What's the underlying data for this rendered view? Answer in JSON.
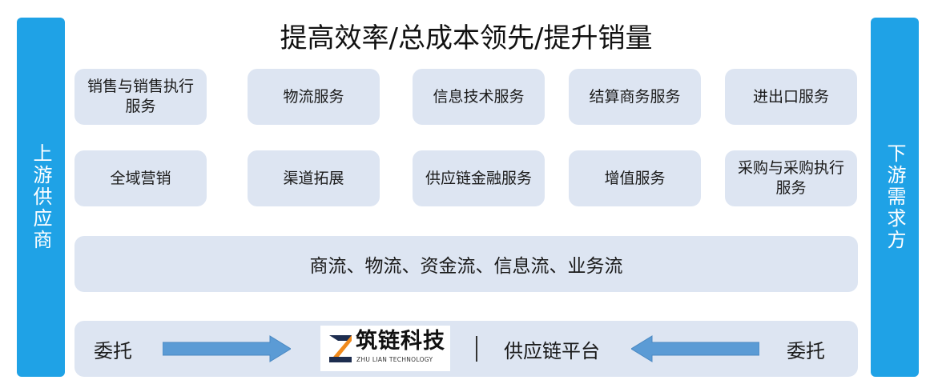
{
  "side": {
    "left_label": "上游供应商",
    "right_label": "下游需求方"
  },
  "title": "提高效率/总成本领先/提升销量",
  "services": [
    {
      "label": "销售与销售执行服务"
    },
    {
      "label": "物流服务"
    },
    {
      "label": "信息技术服务"
    },
    {
      "label": "结算商务服务"
    },
    {
      "label": "进出口服务"
    },
    {
      "label": "全域营销"
    },
    {
      "label": "渠道拓展"
    },
    {
      "label": "供应链金融服务"
    },
    {
      "label": "增值服务"
    },
    {
      "label": "采购与采购执行服务"
    }
  ],
  "flows": "商流、物流、资金流、信息流、业务流",
  "bottom": {
    "left_label": "委托",
    "right_label": "委托",
    "platform_label": "供应链平台",
    "logo_name": "筑链科技",
    "logo_subtitle": "ZHU LIAN TECHNOLOGY"
  },
  "colors": {
    "side_bar": "#1fa2e6",
    "box_fill": "#dde5f2",
    "arrow": "#5b9bd5",
    "logo_orange": "#f08a1c",
    "logo_dark": "#1d2d4f"
  },
  "icons": {
    "arrow_left_to_right": "arrow-right-icon",
    "arrow_right_to_left": "arrow-left-icon",
    "logo": "zhulian-logo-icon"
  }
}
